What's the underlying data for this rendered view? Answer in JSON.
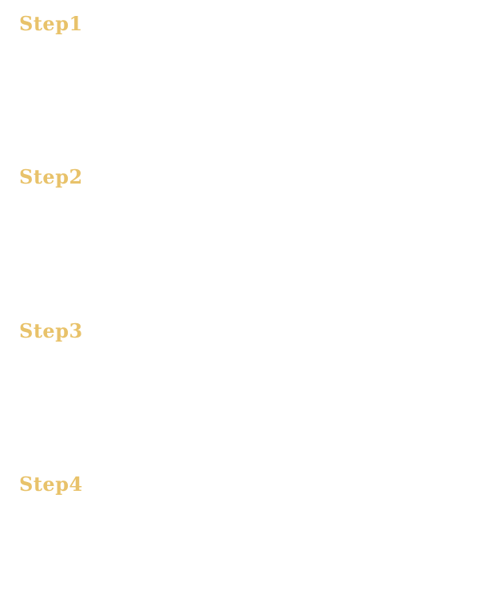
{
  "page": {
    "background_color": "#ffffff",
    "accent_color": "#e8c26a"
  },
  "steps": [
    {
      "label": "Step1"
    },
    {
      "label": "Step2"
    },
    {
      "label": "Step3"
    },
    {
      "label": "Step4"
    }
  ]
}
